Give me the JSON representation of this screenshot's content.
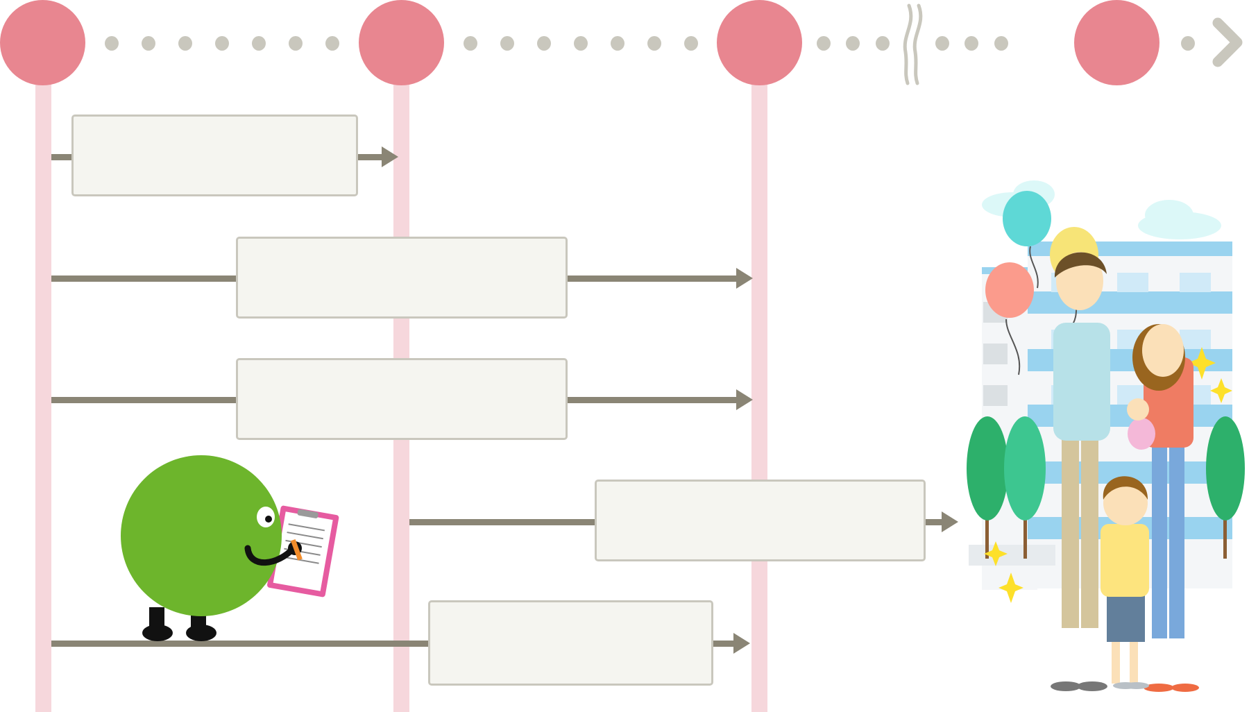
{
  "diagram": {
    "type": "timeline",
    "colors": {
      "milestone": "#e88690",
      "lane": "#f6d7dc",
      "dot": "#c9c7bd",
      "arrow": "#8a8575",
      "box_fill": "#f5f5f0",
      "box_border": "#c9c7bd",
      "monster": "#6db52c",
      "clipboard": "#e65ba0"
    },
    "milestones": [
      {
        "id": "milestone-1",
        "label": ""
      },
      {
        "id": "milestone-2",
        "label": ""
      },
      {
        "id": "milestone-3",
        "label": ""
      },
      {
        "id": "milestone-4",
        "label": ""
      }
    ],
    "steps": [
      {
        "id": "step-1",
        "text": ""
      },
      {
        "id": "step-2",
        "text": ""
      },
      {
        "id": "step-3",
        "text": ""
      },
      {
        "id": "step-4",
        "text": ""
      },
      {
        "id": "step-5",
        "text": ""
      }
    ],
    "illustrations": [
      "green-monster-with-clipboard",
      "family-in-front-of-apartment"
    ],
    "icons": {
      "break": "wavy-break-icon",
      "end": "chevron-right-icon"
    }
  }
}
